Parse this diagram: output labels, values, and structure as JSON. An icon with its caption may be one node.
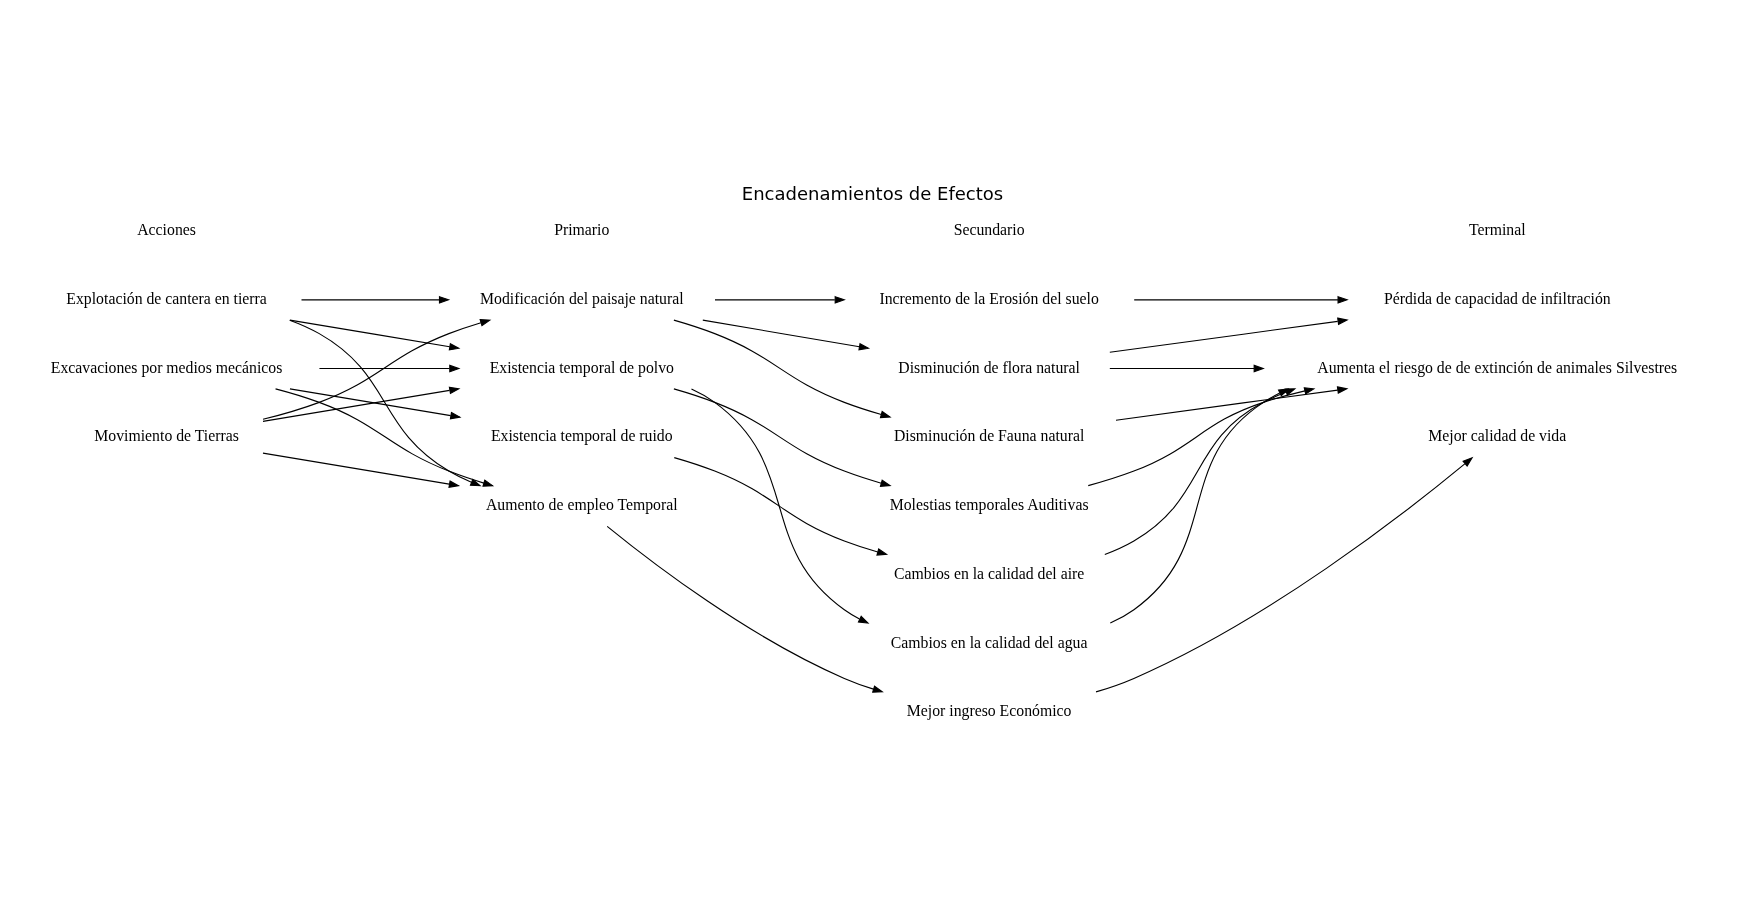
{
  "diagram": {
    "title": "Encadenamientos de Efectos",
    "labels": [
      "Acciones",
      "Primario",
      "Secundario",
      "Terminal"
    ],
    "nodes": [
      {
        "text": [
          "Explotación de cantera en tierra"
        ]
      },
      {
        "text": [
          "Excavaciones por medios mecánicos"
        ]
      },
      {
        "text": [
          "Movimiento de Tierras"
        ]
      },
      {
        "text": [
          "Modificación del paisaje natural"
        ]
      },
      {
        "text": [
          "Existencia temporal de polvo"
        ]
      },
      {
        "text": [
          "Existencia temporal de ruido"
        ]
      },
      {
        "text": [
          "Aumento de empleo Temporal"
        ]
      },
      {
        "text": [
          "Incremento de la Erosión del suelo"
        ]
      },
      {
        "text": [
          "Disminución de flora natural"
        ]
      },
      {
        "text": [
          "Disminución de Fauna natural"
        ]
      },
      {
        "text": [
          "Molestias temporales Auditivas"
        ]
      },
      {
        "text": [
          "Cambios en la calidad del aire"
        ]
      },
      {
        "text": [
          "Cambios en la calidad del agua"
        ]
      },
      {
        "text": [
          "Mejor ingreso Económico"
        ]
      },
      {
        "text": [
          "Pérdida de capacidad de infiltración"
        ]
      },
      {
        "text": [
          "Aumenta el riesgo de de extinción de animales Silvestres"
        ]
      },
      {
        "text": [
          "Mejor calidad de vida"
        ]
      }
    ],
    "edges": [
      {
        "from": 0,
        "to": 3,
        "arrow": "to"
      },
      {
        "from": 0,
        "to": 4,
        "arrow": "to"
      },
      {
        "from": 0,
        "to": 6,
        "arrow": "to"
      },
      {
        "from": 1,
        "to": 4,
        "arrow": "to"
      },
      {
        "from": 1,
        "to": 5,
        "arrow": "to"
      },
      {
        "from": 1,
        "to": 6,
        "arrow": "to"
      },
      {
        "from": 2,
        "to": 3,
        "arrow": "to"
      },
      {
        "from": 2,
        "to": 4,
        "arrow": "to"
      },
      {
        "from": 2,
        "to": 6,
        "arrow": "to"
      },
      {
        "from": 3,
        "to": 7,
        "arrow": "to"
      },
      {
        "from": 3,
        "to": 8,
        "arrow": "to"
      },
      {
        "from": 3,
        "to": 9,
        "arrow": "to"
      },
      {
        "from": 4,
        "to": 10,
        "arrow": "to"
      },
      {
        "from": 4,
        "to": 12,
        "arrow": "to"
      },
      {
        "from": 5,
        "to": 11,
        "arrow": "to"
      },
      {
        "from": 6,
        "to": 13,
        "arrow": "to"
      },
      {
        "from": 7,
        "to": 14,
        "arrow": "to"
      },
      {
        "from": 8,
        "to": 14,
        "arrow": "to"
      },
      {
        "from": 8,
        "to": 15,
        "arrow": "to"
      },
      {
        "from": 9,
        "to": 15,
        "arrow": "to"
      },
      {
        "from": 10,
        "to": 15,
        "arrow": "to"
      },
      {
        "from": 11,
        "to": 15,
        "arrow": "to"
      },
      {
        "from": 12,
        "to": 15,
        "arrow": "to"
      },
      {
        "from": 13,
        "to": 16,
        "arrow": "to"
      }
    ]
  }
}
